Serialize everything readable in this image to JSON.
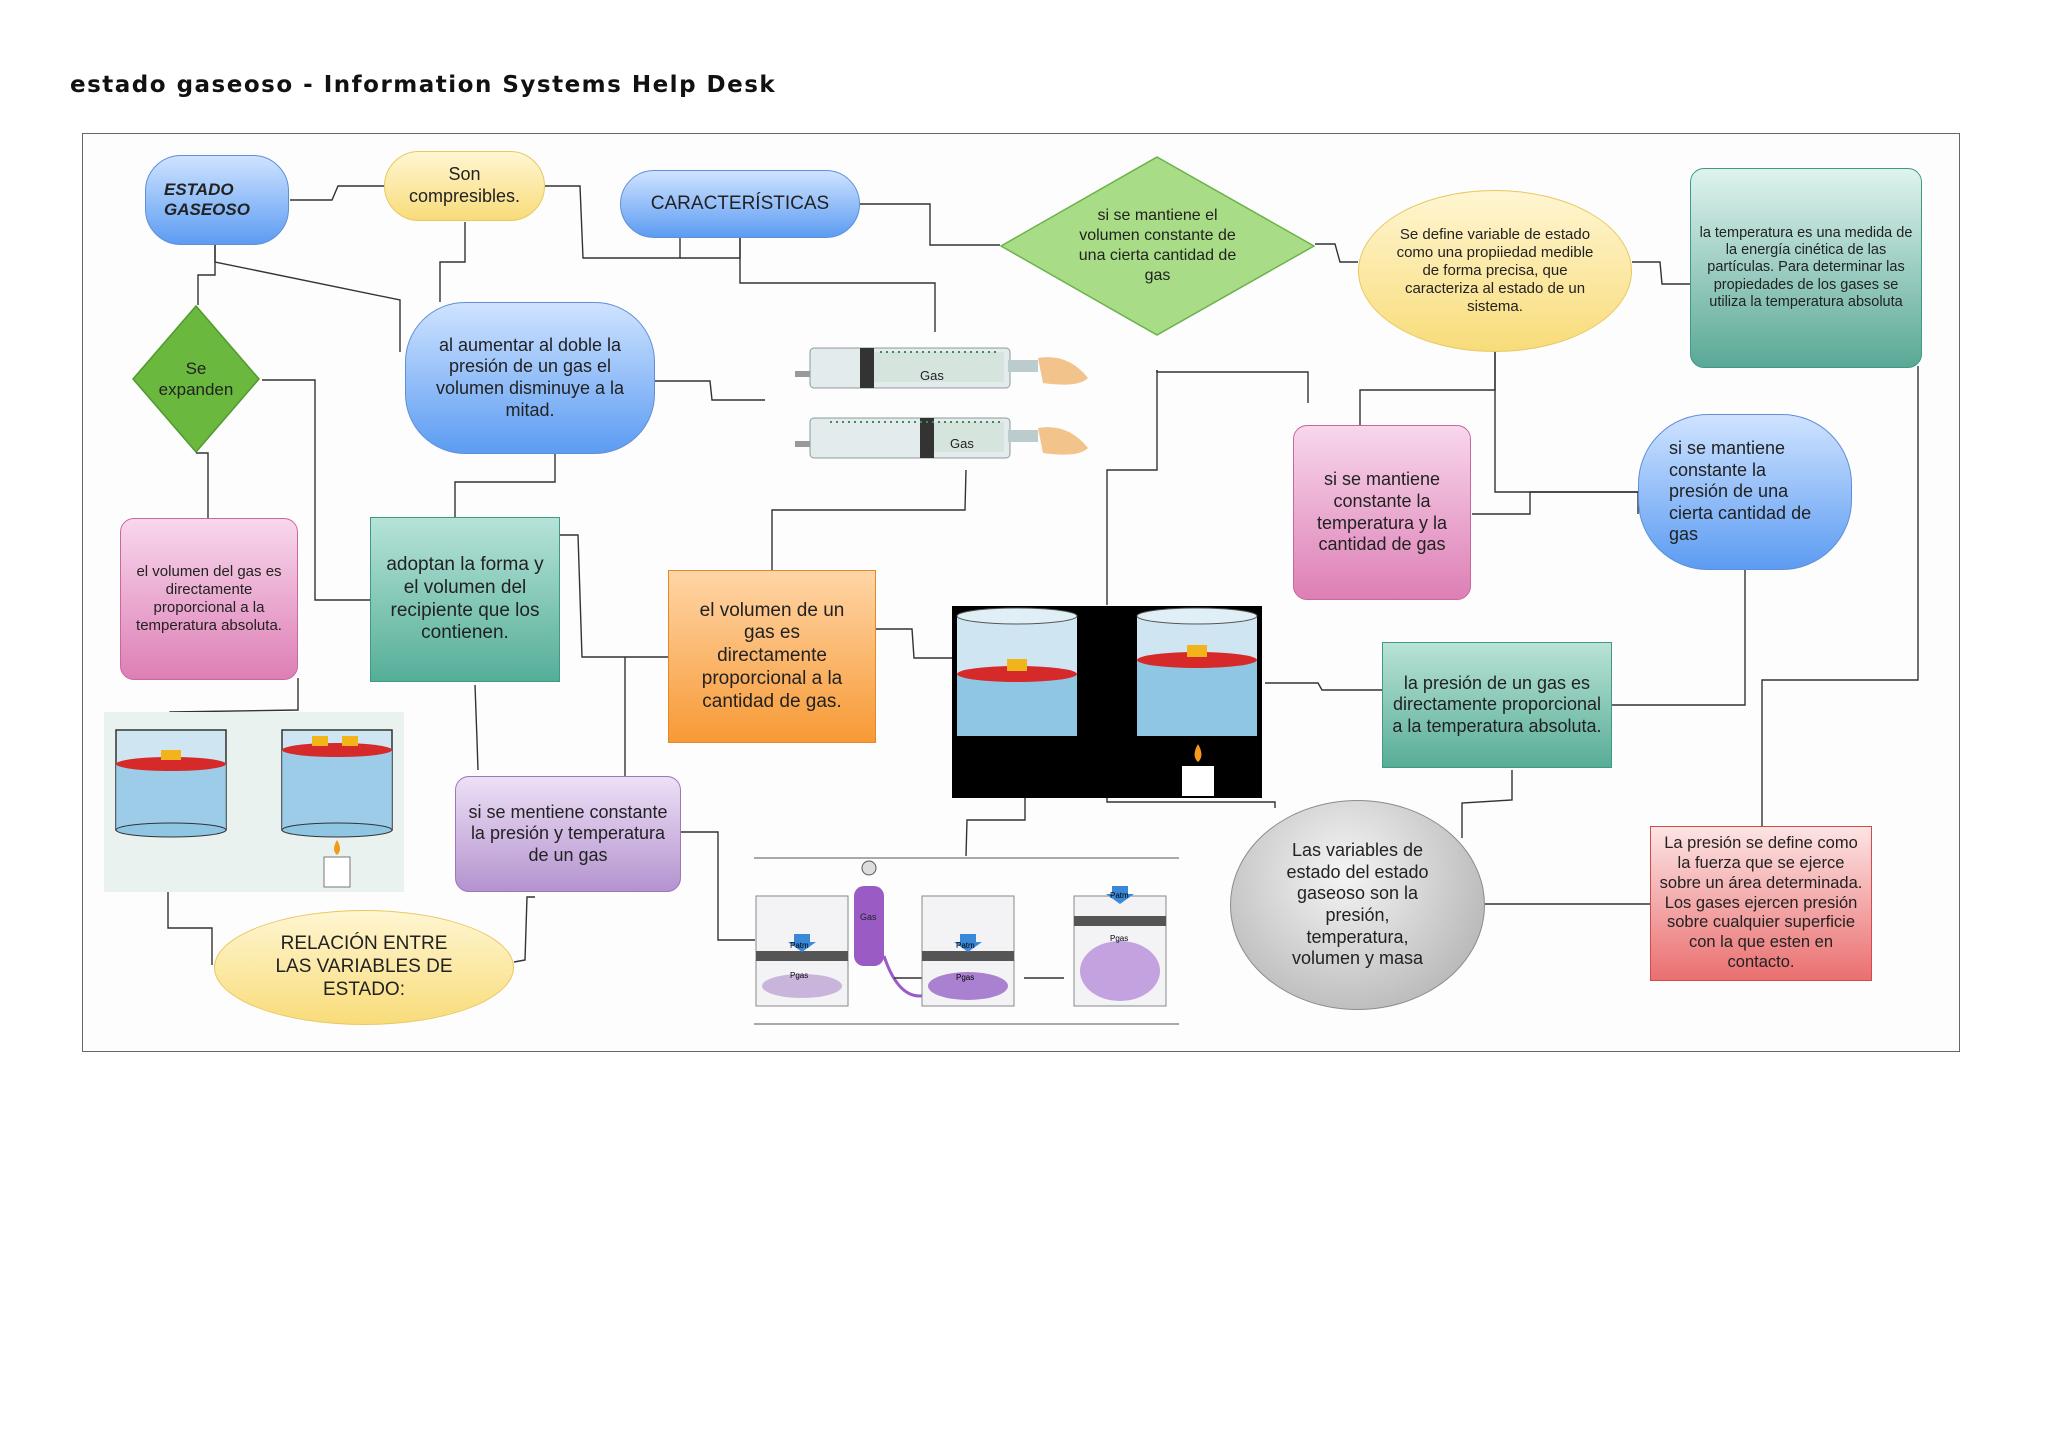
{
  "page_title": "estado gaseoso - Information Systems Help Desk",
  "nodes": {
    "estado_gaseoso": "ESTADO GASEOSO",
    "son_compresibles": "Son compresibles.",
    "caracteristicas": "CARACTERÍSTICAS",
    "volumen_constante": "si se mantiene el volumen constante de una cierta cantidad de gas",
    "variable_estado": "Se define variable de estado como una propiiedad medible de forma precisa, que caracteriza al estado de un sistema.",
    "temperatura": "la temperatura es una medida de la energía cinética de las partículas. Para determinar las propiedades de los gases se utiliza la temperatura absoluta",
    "se_expanden": "Se expanden",
    "doble_presion": "al aumentar al doble la presión de un gas el volumen disminuye a la mitad.",
    "temp_cantidad": "si se mantiene constante la temperatura y la cantidad de gas",
    "presion_constante": "si se mantiene constante la presión de una cierta cantidad de gas",
    "volumen_temp": "el volumen del gas es directamente proporcional a la temperatura absoluta.",
    "adoptan_forma": "adoptan la forma y el volumen del recipiente que los contienen.",
    "volumen_cantidad": "el volumen de un gas es directamente proporcional a la cantidad de gas.",
    "presion_temp": "la presión de un gas es directamente proporcional a la temperatura absoluta.",
    "presion_temp_constante": "si se mentiene constante la presión y temperatura de un gas",
    "variables_estado": "Las variables de estado del estado gaseoso son la presión, temperatura, volumen y masa",
    "presion_def": "La presión se define como la fuerza que se ejerce sobre un área determinada. Los gases ejercen presión sobre cualquier superficie con la que esten en contacto.",
    "relacion": "RELACIÓN ENTRE LAS VARIABLES DE ESTADO:"
  },
  "image_labels": {
    "syringe_label": "Gas",
    "tank_label": "Gas",
    "p_atm": "Patm",
    "p_gas": "Pgas"
  },
  "colors": {
    "blue": "#5c9cf2",
    "yellow": "#f8dc7a",
    "pink": "#dd7fb5",
    "teal": "#55ae98",
    "orange": "#f79a36",
    "purple": "#b493cf",
    "red": "#ea6f70",
    "green_diamond": "#8fce6a",
    "connector": "#333333"
  }
}
